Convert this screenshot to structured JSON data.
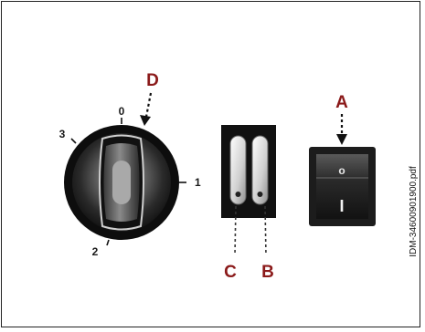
{
  "figure": {
    "callouts": {
      "a": "A",
      "b": "B",
      "c": "C",
      "d": "D"
    },
    "dial_positions": {
      "zero": "0",
      "one": "1",
      "two": "2",
      "three": "3"
    },
    "rocker_markings": {
      "off": "o",
      "on": "I"
    },
    "document_id": "IDM-34600901900.pdf",
    "colors": {
      "callout": "#8b1a1a",
      "knob": "#111111",
      "switch_face": "#1c1c1c"
    }
  }
}
